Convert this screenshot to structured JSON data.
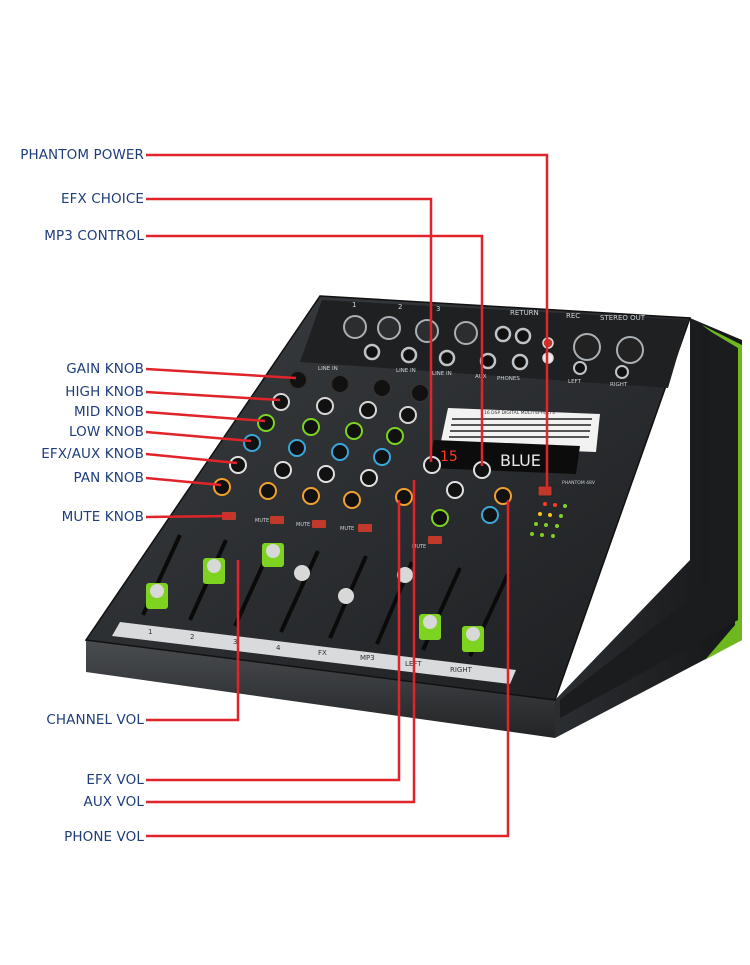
{
  "callouts": {
    "phantom_power": "PHANTOM POWER",
    "efx_choice": "EFX CHOICE",
    "mp3_control": "MP3 CONTROL",
    "gain_knob": "GAIN KNOB",
    "high_knob": "HIGH KNOB",
    "mid_knob": "MID KNOB",
    "low_knob": "LOW KNOB",
    "efx_aux_knob": "EFX/AUX KNOB",
    "pan_knob": "PAN KNOB",
    "mute_knob": "MUTE KNOB",
    "channel_vol": "CHANNEL VOL",
    "efx_vol": "EFX VOL",
    "aux_vol": "AUX VOL",
    "phone_vol": "PHONE VOL"
  },
  "mixer": {
    "top_labels": [
      "1",
      "2",
      "3",
      "RETURN",
      "REC",
      "STEREO OUT"
    ],
    "jack_labels": [
      "LINE IN",
      "LINE IN",
      "LINE IN",
      "AUX",
      "PHONES",
      "LEFT",
      "RIGHT"
    ],
    "display_text": "BLUE",
    "counter_text": "15",
    "mute_label": "MUTE",
    "fader_labels": [
      "1",
      "2",
      "3",
      "4",
      "FX",
      "MP3",
      "LEFT",
      "RIGHT"
    ],
    "efx_list_title": "16 DSP DIGITAL MULTI EFFECTS",
    "phantom_label": "PHANTOM 48V",
    "colors": {
      "accent_green": "#7ed321",
      "callout_red": "#e0242a",
      "label_blue": "#1f3d7a",
      "body": "#2a2d30"
    }
  }
}
